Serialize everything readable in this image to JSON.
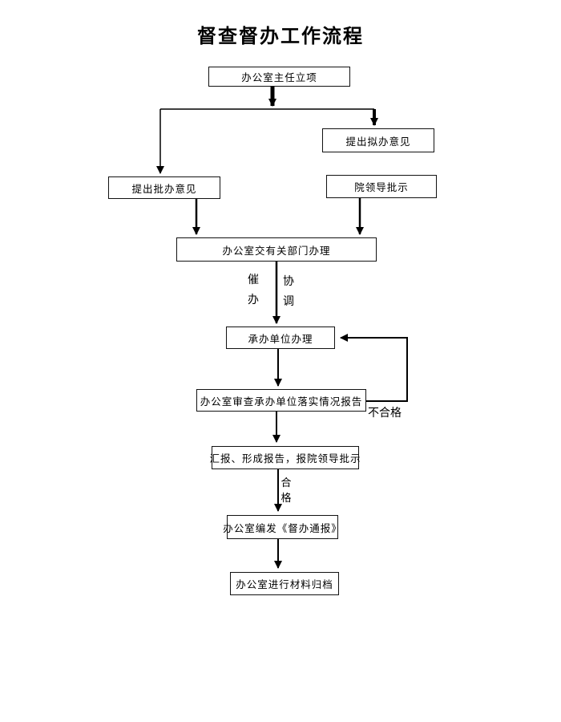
{
  "title": "督查督办工作流程",
  "flowchart": {
    "type": "flowchart",
    "nodes": [
      {
        "id": "start",
        "label": "办公室主任立项"
      },
      {
        "id": "draft",
        "label": "提出拟办意见"
      },
      {
        "id": "approve",
        "label": "提出批办意见"
      },
      {
        "id": "leader",
        "label": "院领导批示"
      },
      {
        "id": "assign",
        "label": "办公室交有关部门办理"
      },
      {
        "id": "undertake",
        "label": "承办单位办理"
      },
      {
        "id": "review",
        "label": "办公室审查承办单位落实情况报告"
      },
      {
        "id": "report",
        "label": "汇报、形成报告，报院领导批示"
      },
      {
        "id": "bulletin",
        "label": "办公室编发《督办通报》"
      },
      {
        "id": "archive",
        "label": "办公室进行材料归档"
      }
    ],
    "edges": [
      {
        "from": "start",
        "to": "branch",
        "label": ""
      },
      {
        "from": "branch",
        "to": "approve",
        "label": ""
      },
      {
        "from": "branch",
        "to": "draft",
        "label": ""
      },
      {
        "from": "approve",
        "to": "assign",
        "label": ""
      },
      {
        "from": "leader",
        "to": "assign",
        "label": ""
      },
      {
        "from": "assign",
        "to": "undertake",
        "label": "催办 协调"
      },
      {
        "from": "undertake",
        "to": "review",
        "label": ""
      },
      {
        "from": "review",
        "to": "undertake",
        "label": "不合格"
      },
      {
        "from": "review",
        "to": "report",
        "label": ""
      },
      {
        "from": "report",
        "to": "bulletin",
        "label": "合格"
      },
      {
        "from": "bulletin",
        "to": "archive",
        "label": ""
      }
    ],
    "edge_labels": {
      "urge": "催办",
      "coordinate": "协调",
      "unqualified": "不合格",
      "qualified": "合格"
    },
    "colors": {
      "line": "#000000",
      "box_border": "#121212",
      "background": "#ffffff",
      "text": "#000000"
    }
  }
}
